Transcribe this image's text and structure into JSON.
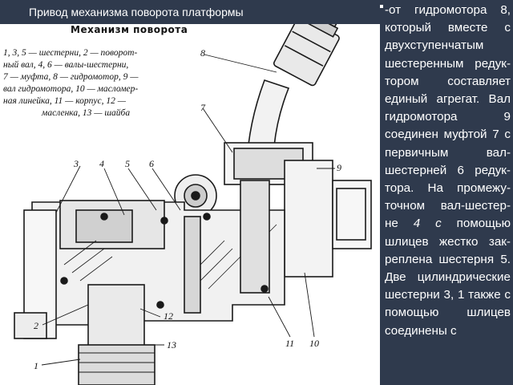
{
  "slide": {
    "title": "Привод механизма поворота  платформы"
  },
  "figure": {
    "caption_title": "Механизм  поворота",
    "caption_lines": [
      "1,  3,  5 — шестерни,  2 — поворот-",
      "ный  вал,  4,  6 — валы-шестерни,",
      "7 — муфта,  8 — гидромотор,  9 —",
      "вал  гидромотора,  10 — масломер-",
      "ная  линейка,  11 — корпус,  12 —",
      "масленка,  13 — шайба"
    ],
    "callouts": [
      "1",
      "2",
      "3",
      "4",
      "5",
      "6",
      "7",
      "8",
      "9",
      "10",
      "11",
      "12",
      "13"
    ]
  },
  "body": {
    "text_before": "-от гидромотора 8, который вместе с двухступенчатым шестеренным редук-тором составляет единый агрегат. Вал гидромотора 9 соединен муфтой 7 с первичным вал-шестерней 6 редук-тора. На промежу-точном вал-шестер-не ",
    "text_italic": "4 с",
    "text_after": " помощью шлицев жестко зак-реплена шестерня 5. Две цилиндрические шестерни 3, 1 также с помощью шлицев соединены с"
  },
  "colors": {
    "panel_bg": "#2f3a4d",
    "panel_text": "#ffffff",
    "drawing_ink": "#1a1a1a"
  }
}
